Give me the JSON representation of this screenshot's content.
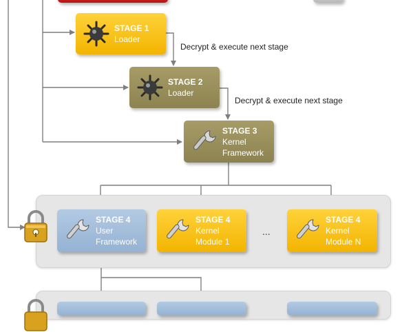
{
  "colors": {
    "line": "#7f7f7f",
    "stage_yellow": "#f9c410",
    "stage_olive": "#9a9060",
    "stage_blue": "#a6bfdc",
    "stage_red": "#cc1f1f",
    "panel": "#e6e6e6"
  },
  "nodes": {
    "stage1": {
      "title": "STAGE 1",
      "subtitle": "Loader",
      "icon": "spiked-mine-icon"
    },
    "stage2": {
      "title": "STAGE 2",
      "subtitle": "Loader",
      "icon": "spiked-mine-icon"
    },
    "stage3": {
      "title": "STAGE 3",
      "subtitle1": "Kernel",
      "subtitle2": "Framework",
      "icon": "wrench-icon"
    },
    "stage4_user": {
      "title": "STAGE 4",
      "subtitle1": "User",
      "subtitle2": "Framework",
      "icon": "wrench-icon"
    },
    "stage4_module1": {
      "title": "STAGE 4",
      "subtitle1": "Kernel",
      "subtitle2": "Module 1",
      "icon": "wrench-icon"
    },
    "stage4_moduleN": {
      "title": "STAGE 4",
      "subtitle1": "Kernel",
      "subtitle2": "Module N",
      "icon": "wrench-icon"
    }
  },
  "edge_labels": {
    "stage1_to_stage2": "Decrypt & execute next stage",
    "stage2_to_stage3": "Decrypt & execute next stage"
  },
  "stage4_ellipsis": "...",
  "lock_icon": "padlock-icon"
}
